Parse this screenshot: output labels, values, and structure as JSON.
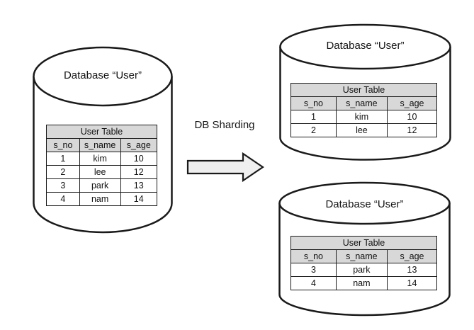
{
  "diagram": {
    "arrow_label": "DB Sharding",
    "source": {
      "title": "Database “User”",
      "table": {
        "title": "User Table",
        "columns": [
          "s_no",
          "s_name",
          "s_age"
        ],
        "rows": [
          [
            "1",
            "kim",
            "10"
          ],
          [
            "2",
            "lee",
            "12"
          ],
          [
            "3",
            "park",
            "13"
          ],
          [
            "4",
            "nam",
            "14"
          ]
        ]
      }
    },
    "shards": [
      {
        "title": "Database “User”",
        "table": {
          "title": "User Table",
          "columns": [
            "s_no",
            "s_name",
            "s_age"
          ],
          "rows": [
            [
              "1",
              "kim",
              "10"
            ],
            [
              "2",
              "lee",
              "12"
            ]
          ]
        }
      },
      {
        "title": "Database “User”",
        "table": {
          "title": "User Table",
          "columns": [
            "s_no",
            "s_name",
            "s_age"
          ],
          "rows": [
            [
              "3",
              "park",
              "13"
            ],
            [
              "4",
              "nam",
              "14"
            ]
          ]
        }
      }
    ],
    "colors": {
      "background": "#ffffff",
      "cylinder_fill": "#ffffff",
      "stroke": "#1a1a1a",
      "table_header_bg": "#d8d8d8",
      "arrow_fill": "#efefef"
    }
  }
}
